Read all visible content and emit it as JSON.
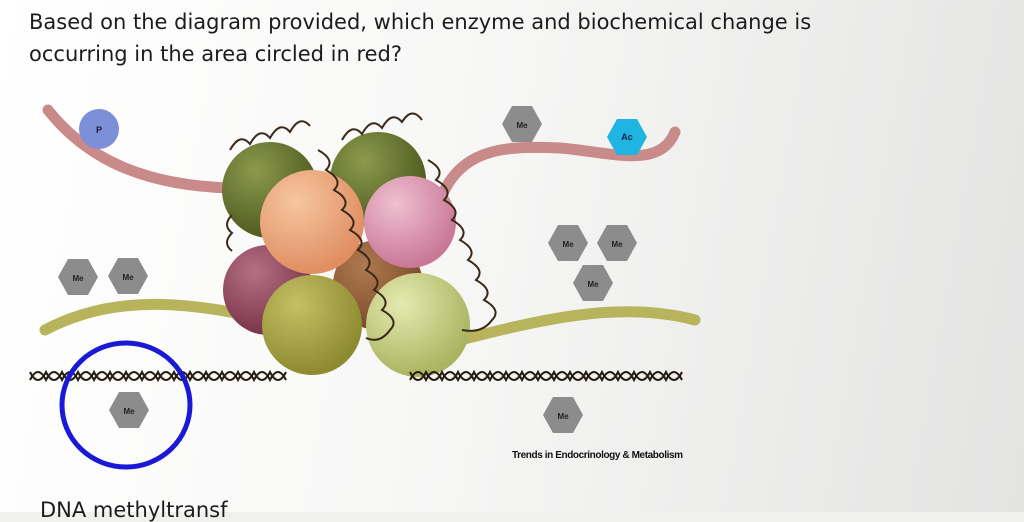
{
  "question": "Based on the diagram provided, which enzyme and biochemical change is occurring in the area circled in red?",
  "credit": "Trends in Endocrinology & Metabolism",
  "markers": {
    "phosphate": "P",
    "acetyl": "Ac",
    "methyl": "Me"
  },
  "answer_option_partial": "DNA methyltransf",
  "colors": {
    "circle_highlight": "#1a1ad6",
    "phosphate": "#7d8fd6",
    "acetyl": "#1fb4e2",
    "methyl": "#8c8c8c",
    "tail_pink": "#c98a8a",
    "tail_olive": "#b7b45c"
  }
}
